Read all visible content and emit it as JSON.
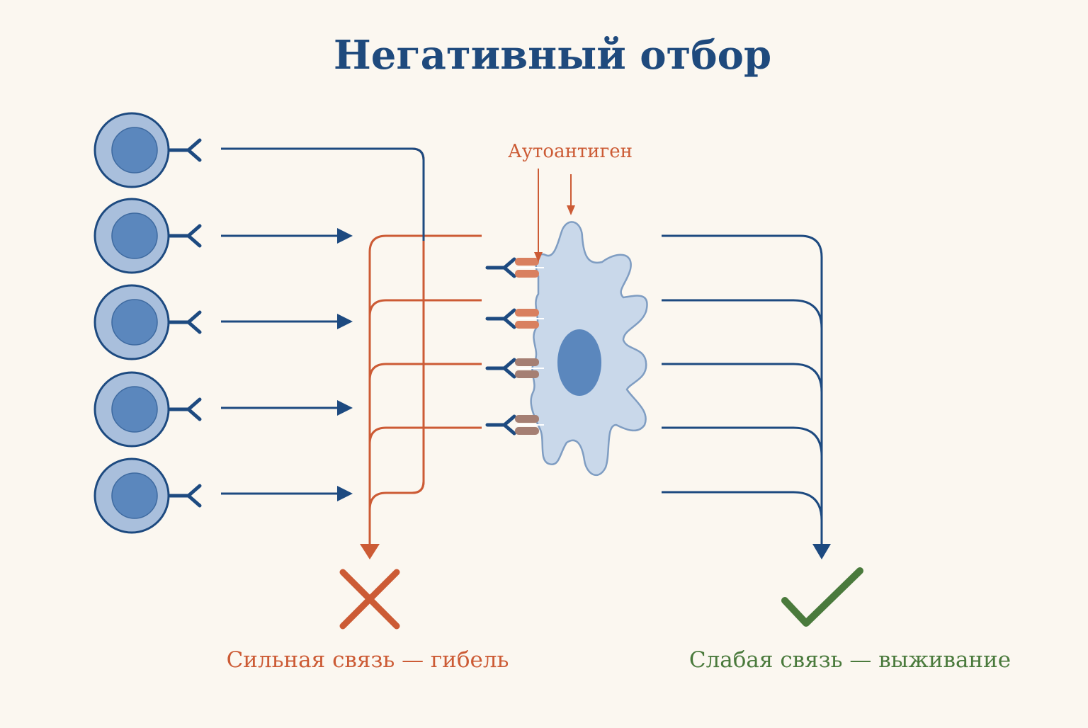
{
  "title": "Негативный отбор",
  "autoantigen_label": "Аутоантиген",
  "outcomes": {
    "death_label": "Сильная связь — гибель",
    "survival_label": "Слабая связь — выживание"
  },
  "colors": {
    "background": "#fbf7f0",
    "title": "#1f4a7d",
    "blue_line": "#1d4a80",
    "orange": "#cc5b35",
    "green": "#4a7a3c",
    "cell_fill": "#a9bfdc",
    "nucleus": "#5b87bd",
    "dendritic_fill": "#c9d8ea",
    "dendritic_stroke": "#7f9dc2",
    "antigen": "#d9805f",
    "antigen_muted": "#a57f73"
  },
  "counts": {
    "t_cells": 5,
    "receptor_pairs": 4
  },
  "icons": {
    "death": "cross-icon",
    "survival": "check-icon"
  }
}
